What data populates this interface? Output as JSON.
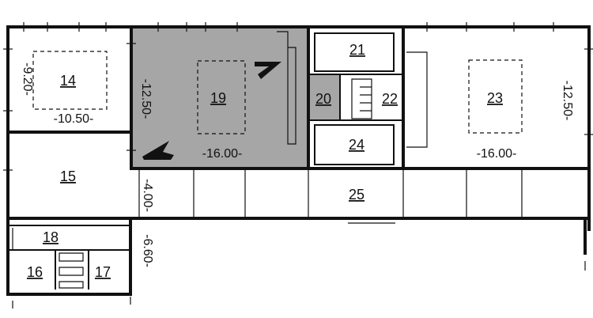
{
  "colors": {
    "highlight_fill": "#a6a6a6",
    "wall": "#111111",
    "background": "#ffffff"
  },
  "rooms": {
    "r14": "14",
    "r15": "15",
    "r16": "16",
    "r17": "17",
    "r18": "18",
    "r19": "19",
    "r20": "20",
    "r21": "21",
    "r22": "22",
    "r23": "23",
    "r24": "24",
    "r25": "25"
  },
  "dimensions": {
    "d920": "-9.20-",
    "d1050": "-10.50-",
    "d1250_left": "-12.50-",
    "d1600_left": "-16.00-",
    "d1600_right": "-16.00-",
    "d1250_right": "-12.50-",
    "d400": "-4.00-",
    "d660": "-6.60-"
  }
}
